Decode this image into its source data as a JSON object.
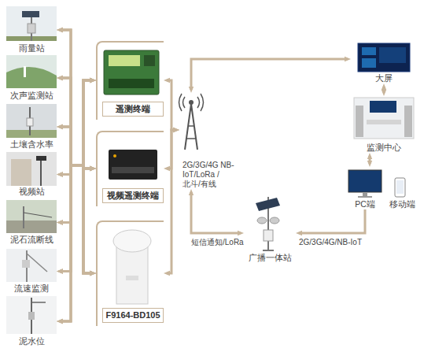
{
  "diagram": {
    "nodes": [
      {
        "text": [
          "雨量站"
        ]
      },
      {
        "text": [
          "次声监测站"
        ]
      },
      {
        "text": [
          "土壤含水率"
        ]
      },
      {
        "text": [
          "视频站"
        ]
      },
      {
        "text": [
          "泥石流断线"
        ]
      },
      {
        "text": [
          "流速监测"
        ]
      },
      {
        "text": [
          "泥水位"
        ]
      },
      {
        "text": [
          "遥测终端"
        ]
      },
      {
        "text": [
          "视频遥测终端"
        ]
      },
      {
        "text": [
          "F9164-BD105"
        ]
      },
      {
        "text": [
          "2G/3G/4G NB-IoT/LoRa /北斗/有线"
        ]
      },
      {
        "text": [
          "大屏"
        ]
      },
      {
        "text": [
          "监测中心"
        ]
      },
      {
        "text": [
          "PC端"
        ]
      },
      {
        "text": [
          "移动端"
        ]
      },
      {
        "text": [
          "广播一体站"
        ]
      }
    ],
    "edges": [
      {
        "from": 0,
        "to": 7,
        "arrow": "both"
      },
      {
        "from": 0,
        "to": 8,
        "arrow": "both"
      },
      {
        "from": 0,
        "to": 9,
        "arrow": "both"
      },
      {
        "from": 1,
        "to": 7,
        "arrow": "both"
      },
      {
        "from": 1,
        "to": 8,
        "arrow": "both"
      },
      {
        "from": 1,
        "to": 9,
        "arrow": "both"
      },
      {
        "from": 2,
        "to": 7,
        "arrow": "both"
      },
      {
        "from": 2,
        "to": 8,
        "arrow": "both"
      },
      {
        "from": 2,
        "to": 9,
        "arrow": "both"
      },
      {
        "from": 3,
        "to": 7,
        "arrow": "both"
      },
      {
        "from": 3,
        "to": 8,
        "arrow": "both"
      },
      {
        "from": 3,
        "to": 9,
        "arrow": "both"
      },
      {
        "from": 4,
        "to": 7,
        "arrow": "both"
      },
      {
        "from": 4,
        "to": 8,
        "arrow": "both"
      },
      {
        "from": 4,
        "to": 9,
        "arrow": "both"
      },
      {
        "from": 5,
        "to": 7,
        "arrow": "both"
      },
      {
        "from": 5,
        "to": 8,
        "arrow": "both"
      },
      {
        "from": 5,
        "to": 9,
        "arrow": "both"
      },
      {
        "from": 6,
        "to": 7,
        "arrow": "both"
      },
      {
        "from": 6,
        "to": 8,
        "arrow": "both"
      },
      {
        "from": 6,
        "to": 9,
        "arrow": "both"
      },
      {
        "from": 7,
        "to": 10,
        "arrow": "both"
      },
      {
        "from": 8,
        "to": 10,
        "arrow": "both"
      },
      {
        "from": 9,
        "to": 10,
        "arrow": "both"
      },
      {
        "from": 10,
        "to": 11,
        "arrow": "both"
      },
      {
        "from": 11,
        "to": 12,
        "arrow": "both"
      },
      {
        "from": 12,
        "to": 13,
        "arrow": "both"
      },
      {
        "from": 13,
        "to": 15,
        "label": "2G/3G/4G/NB-IoT",
        "arrow": "to"
      },
      {
        "from": 10,
        "to": 15,
        "label": "短信通知/LoRa",
        "arrow": "both"
      }
    ]
  }
}
